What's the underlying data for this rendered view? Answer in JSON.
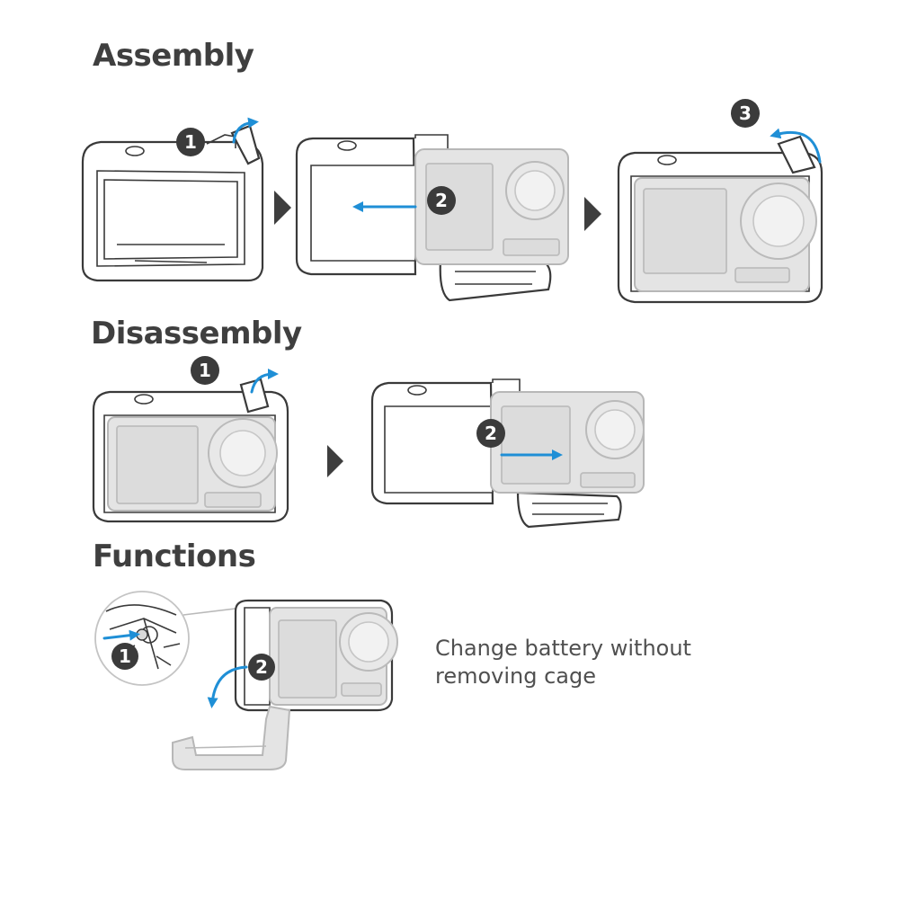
{
  "sections": {
    "assembly": "Assembly",
    "disassembly": "Disassembly",
    "functions": "Functions"
  },
  "steps": {
    "a1": "1",
    "a2": "2",
    "a3": "3",
    "d1": "1",
    "d2": "2",
    "f1": "1",
    "f2": "2"
  },
  "functions_caption": {
    "line1": "Change battery without",
    "line2": "removing cage"
  },
  "colors": {
    "arrow": "#1f8fd6",
    "badge": "#3b3b3b",
    "title": "#3f3f3f"
  }
}
